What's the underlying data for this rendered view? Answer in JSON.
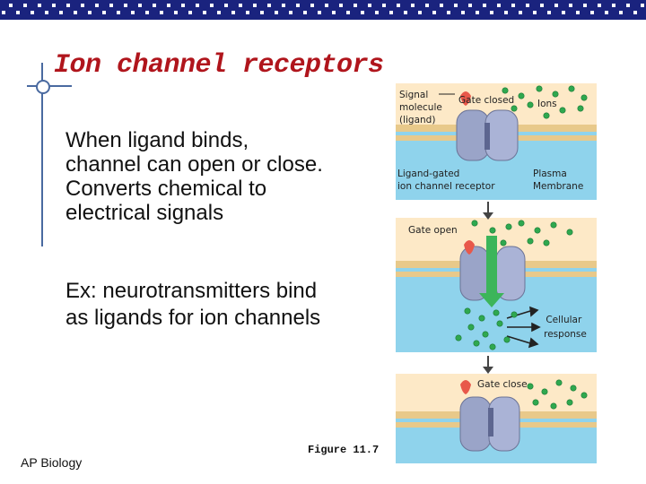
{
  "slide": {
    "title": "Ion channel receptors",
    "body_lines": [
      "When ligand binds,",
      "channel can open or close.",
      "Converts chemical to",
      "electrical signals"
    ],
    "example_lines": [
      "Ex: neurotransmitters bind",
      "as ligands for ion channels"
    ],
    "footer": "AP Biology",
    "figure_label": "Figure 11.7"
  },
  "figure": {
    "labels": {
      "signal_molecule": [
        "Signal",
        "molecule",
        "(ligand)"
      ],
      "gate_closed": "Gate closed",
      "ions": "Ions",
      "receptor": [
        "Ligand-gated",
        "ion channel receptor"
      ],
      "plasma_membrane": [
        "Plasma",
        "Membrane"
      ],
      "gate_open": "Gate open",
      "cellular_response": [
        "Cellular",
        "response"
      ],
      "gate_close": "Gate close"
    }
  },
  "colors": {
    "title": "#b0151c",
    "accent_bar": "#1a237e",
    "extracellular": "#fde9c7",
    "cytoplasm": "#8fd3ec",
    "membrane": "#e8c98a",
    "channel": "#9aa4c8",
    "ion": "#2fa84f",
    "ligand": "#e8584a",
    "arrow_open": "#3cb55a"
  },
  "icons": {
    "top_bar": "checker-bar-pattern",
    "crosshair": "crosshair-ornament"
  }
}
